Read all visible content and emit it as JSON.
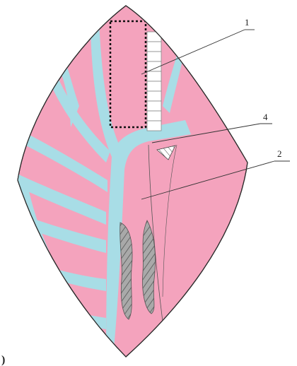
{
  "diagram": {
    "colors": {
      "background": "#ffffff",
      "tissue_pink": "#f4a3bd",
      "vessel_blue": "#a8dde6",
      "outline": "#2a2a2a",
      "hatched_zone": "#a9a9a9",
      "grid_white": "#ffffff"
    },
    "callouts": [
      {
        "id": "callout-1",
        "label": "1"
      },
      {
        "id": "callout-4",
        "label": "4"
      },
      {
        "id": "callout-2",
        "label": "2"
      }
    ],
    "corner_mark": ")"
  }
}
